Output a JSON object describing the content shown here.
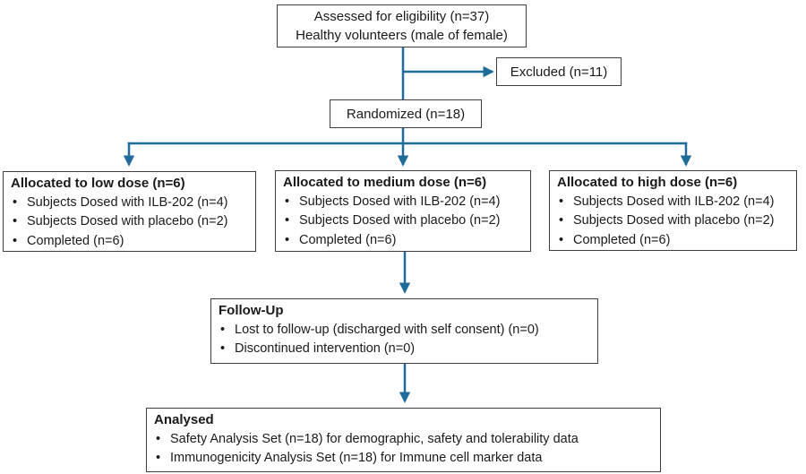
{
  "diagram_type": "clinical-trial-flowchart",
  "colors": {
    "arrow": "#1f6b99",
    "box_border": "#3f3f3f",
    "text": "#1a1a1a",
    "background": "#ffffff"
  },
  "boxes": {
    "eligibility": {
      "line1": "Assessed for eligibility (n=37)",
      "line2": "Healthy volunteers (male of female)"
    },
    "excluded": {
      "label": "Excluded (n=11)"
    },
    "randomized": {
      "label": "Randomized (n=18)"
    },
    "low_dose": {
      "title": "Allocated to low dose (n=6)",
      "items": [
        "Subjects Dosed with ILB-202 (n=4)",
        "Subjects Dosed with placebo (n=2)",
        "Completed (n=6)"
      ]
    },
    "medium_dose": {
      "title": "Allocated to medium dose (n=6)",
      "items": [
        "Subjects Dosed with ILB-202 (n=4)",
        "Subjects Dosed with placebo (n=2)",
        "Completed (n=6)"
      ]
    },
    "high_dose": {
      "title": "Allocated to high dose (n=6)",
      "items": [
        "Subjects Dosed with ILB-202 (n=4)",
        "Subjects Dosed with placebo (n=2)",
        "Completed (n=6)"
      ]
    },
    "follow_up": {
      "title": "Follow-Up",
      "items": [
        "Lost to follow-up (discharged with self consent) (n=0)",
        "Discontinued intervention (n=0)"
      ]
    },
    "analysed": {
      "title": "Analysed",
      "items": [
        "Safety Analysis Set (n=18) for demographic, safety and tolerability data",
        "Immunogenicity Analysis Set (n=18) for Immune cell marker data"
      ]
    }
  }
}
